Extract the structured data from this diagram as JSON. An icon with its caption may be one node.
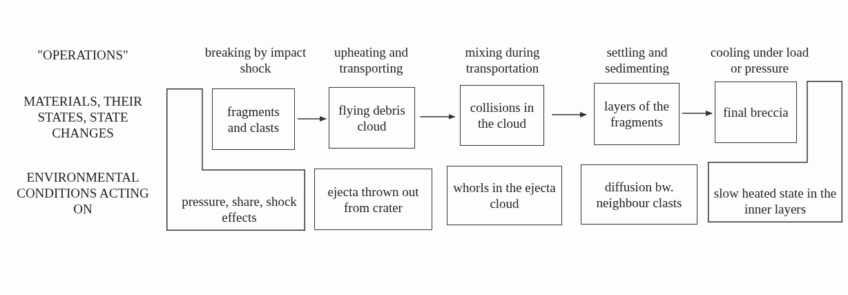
{
  "diagram": {
    "nodes": [
      {
        "text": [
          "fragments and clasts"
        ]
      },
      {
        "text": [
          "flying debris cloud"
        ]
      },
      {
        "text": [
          "collisions in the cloud"
        ]
      },
      {
        "text": [
          "layers of the fragments"
        ]
      },
      {
        "text": [
          "final breccia"
        ]
      },
      {
        "text": [
          "pressure, share, shock effects"
        ]
      },
      {
        "text": [
          "ejecta thrown out from crater"
        ]
      },
      {
        "text": [
          "whorls in the ejecta cloud"
        ]
      },
      {
        "text": [
          "diffusion bw. neighbour clasts"
        ]
      },
      {
        "text": [
          "slow heated state in the inner layers"
        ]
      }
    ],
    "edges": [
      {
        "from": 0,
        "to": 1,
        "arrow": "to"
      },
      {
        "from": 1,
        "to": 2,
        "arrow": "to"
      },
      {
        "from": 2,
        "to": 3,
        "arrow": "to"
      },
      {
        "from": 3,
        "to": 4,
        "arrow": "to"
      }
    ],
    "labels": [
      "\"OPERATIONS\"",
      "breaking by impact shock",
      "upheating and transporting",
      "mixing during transportation",
      "settling and sedimenting",
      "cooling under load or pressure",
      "MATERIALS, THEIR STATES, STATE CHANGES",
      "ENVIRONMENTAL CONDITIONS ACTING ON"
    ]
  }
}
